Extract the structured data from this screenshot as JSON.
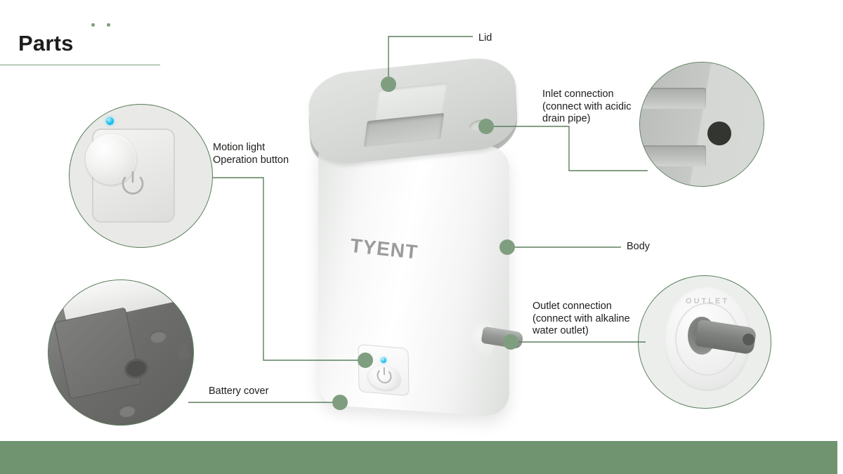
{
  "page": {
    "title": "Parts",
    "background_color": "#ffffff",
    "accent_color": "#709470",
    "leader_line_color": "#5d7f5d",
    "dot_color": "#7f9e7f"
  },
  "header": {
    "title": "Parts",
    "decor_dots": 2
  },
  "product": {
    "brand_logo": "TYENT",
    "outlet_emboss_text": "OUTLET"
  },
  "callouts": [
    {
      "id": "lid",
      "label": "Lid",
      "label_lines": [
        "Lid"
      ],
      "has_detail_circle": false
    },
    {
      "id": "inlet-connection",
      "label": "Inlet connection (connect with acidic drain pipe)",
      "label_lines": [
        "Inlet connection",
        "(connect with acidic",
        "drain pipe)"
      ],
      "has_detail_circle": true,
      "detail": "inlet-port-closeup"
    },
    {
      "id": "body",
      "label": "Body",
      "label_lines": [
        "Body"
      ],
      "has_detail_circle": false
    },
    {
      "id": "outlet-connection",
      "label": "Outlet connection (connect with alkaline water outlet)",
      "label_lines": [
        "Outlet connection",
        "(connect with alkaline",
        "water outlet)"
      ],
      "has_detail_circle": true,
      "detail": "outlet-port-closeup"
    },
    {
      "id": "motion-light-operation-button",
      "label": "Motion light Operation button",
      "label_lines": [
        "Motion light",
        "Operation button"
      ],
      "has_detail_circle": true,
      "detail": "power-panel-closeup"
    },
    {
      "id": "battery-cover",
      "label": "Battery cover",
      "label_lines": [
        "Battery cover"
      ],
      "has_detail_circle": true,
      "detail": "battery-cover-closeup"
    }
  ],
  "labels": {
    "lid": "Lid",
    "inlet_line_1": "Inlet connection",
    "inlet_line_2": "(connect with acidic",
    "inlet_line_3": "drain pipe)",
    "body": "Body",
    "outlet_line_1": "Outlet connection",
    "outlet_line_2": "(connect with alkaline",
    "outlet_line_3": "water outlet)",
    "motion_line_1": "Motion light",
    "motion_line_2": "Operation button",
    "battery_cover": "Battery cover"
  }
}
